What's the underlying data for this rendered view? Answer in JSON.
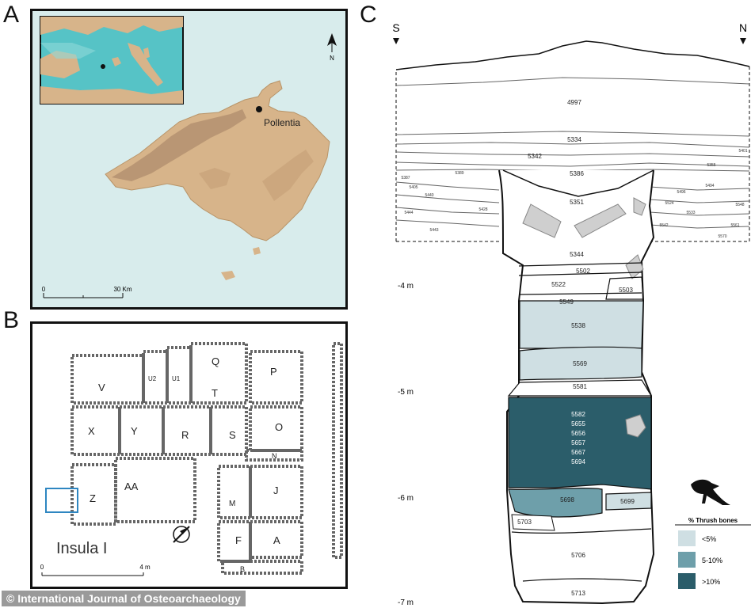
{
  "panels": {
    "a": {
      "label": "A",
      "place": "Pollentia",
      "north": "N",
      "scale_start": "0",
      "scale_end": "30 Km",
      "colors": {
        "sea": "#d8ecec",
        "land": "#d7b48a",
        "relief": "#b49070",
        "inset_sea": "#56c3c6"
      }
    },
    "b": {
      "label": "B",
      "title": "Insula I",
      "scale_start": "0",
      "scale_end": "4 m",
      "rooms": [
        "V",
        "U2",
        "U1",
        "Q",
        "P",
        "T",
        "X",
        "Y",
        "R",
        "S",
        "O",
        "N",
        "AA",
        "Z",
        "M",
        "J",
        "F",
        "A",
        "B"
      ],
      "highlight_color": "#2e86c1"
    },
    "c": {
      "label": "C",
      "south": "S",
      "north": "N",
      "depths": [
        "-4 m",
        "-5 m",
        "-6 m",
        "-7 m"
      ],
      "layers": [
        "4997",
        "5334",
        "5342",
        "5386",
        "5351",
        "5344",
        "5502",
        "5522",
        "5503",
        "5549",
        "5538",
        "5569",
        "5581",
        "5582",
        "5655",
        "5656",
        "5657",
        "5667",
        "5694",
        "5698",
        "5699",
        "5703",
        "5706",
        "5713"
      ],
      "side_layers": [
        "5387",
        "5389",
        "5405",
        "5440",
        "5428",
        "5444",
        "5443",
        "5401",
        "5355",
        "5496",
        "5494",
        "5524",
        "5533",
        "5548",
        "5542",
        "5561",
        "5570"
      ],
      "legend": {
        "title": "% Thrush bones",
        "items": [
          {
            "label": "<5%",
            "color": "#cfdfe3"
          },
          {
            "label": "5-10%",
            "color": "#6e9faa"
          },
          {
            "label": ">10%",
            "color": "#2b5d6a"
          }
        ]
      }
    }
  },
  "copyright": "© International Journal of Osteoarchaeology"
}
